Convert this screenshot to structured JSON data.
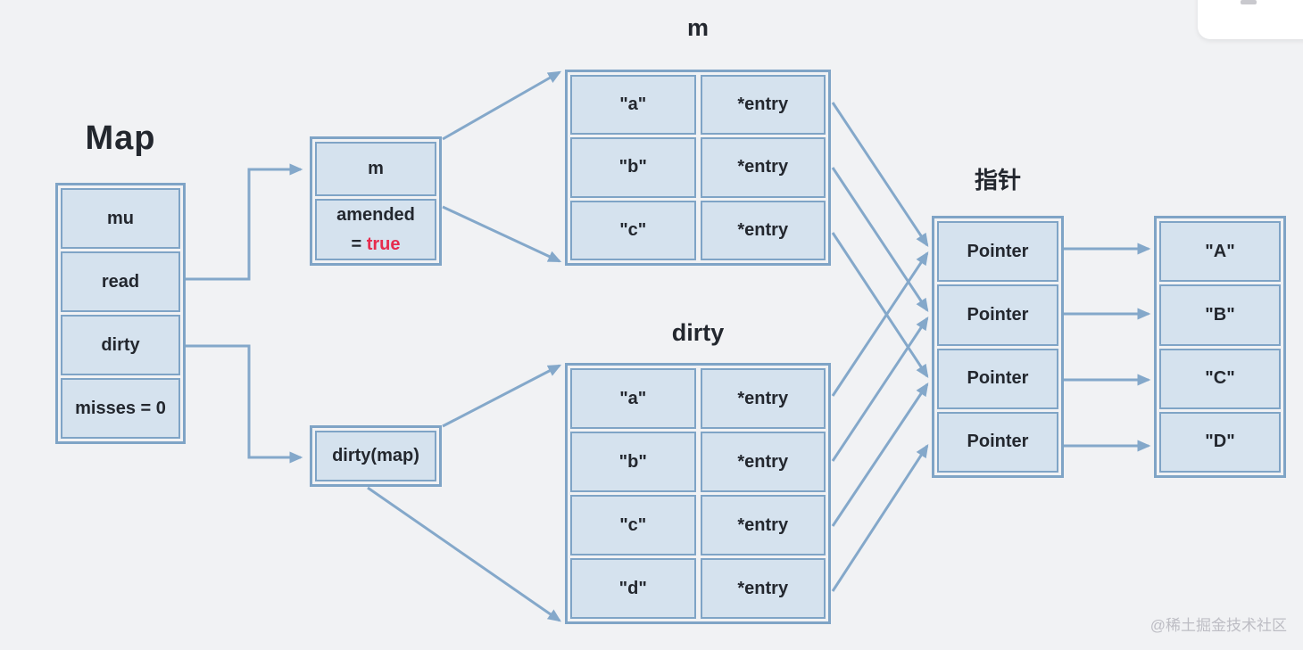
{
  "map_struct": {
    "title": "Map",
    "fields": [
      "mu",
      "read",
      "dirty",
      "misses = 0"
    ]
  },
  "read_node": {
    "row1": "m",
    "amended_label": "amended",
    "eq": "=",
    "amended_value": "true",
    "amended_value_color": "#e62b4d"
  },
  "dirty_node": {
    "label": "dirty(map)"
  },
  "m_table": {
    "title": "m",
    "rows": [
      {
        "key": "\"a\"",
        "value": "*entry"
      },
      {
        "key": "\"b\"",
        "value": "*entry"
      },
      {
        "key": "\"c\"",
        "value": "*entry"
      }
    ]
  },
  "dirty_table": {
    "title": "dirty",
    "rows": [
      {
        "key": "\"a\"",
        "value": "*entry"
      },
      {
        "key": "\"b\"",
        "value": "*entry"
      },
      {
        "key": "\"c\"",
        "value": "*entry"
      },
      {
        "key": "\"d\"",
        "value": "*entry"
      }
    ]
  },
  "pointer_table": {
    "title": "指针",
    "rows": [
      "Pointer",
      "Pointer",
      "Pointer",
      "Pointer"
    ]
  },
  "value_table": {
    "rows": [
      "\"A\"",
      "\"B\"",
      "\"C\"",
      "\"D\""
    ]
  },
  "watermark": "@稀土掘金技术社区",
  "colors": {
    "background": "#f1f2f4",
    "cell_fill": "#d5e2ee",
    "cell_border": "#7fa4c6",
    "arrow": "#84a8ca",
    "text": "#23272e",
    "true_red": "#e62b4d",
    "watermark_grey": "#bdbdc4"
  }
}
